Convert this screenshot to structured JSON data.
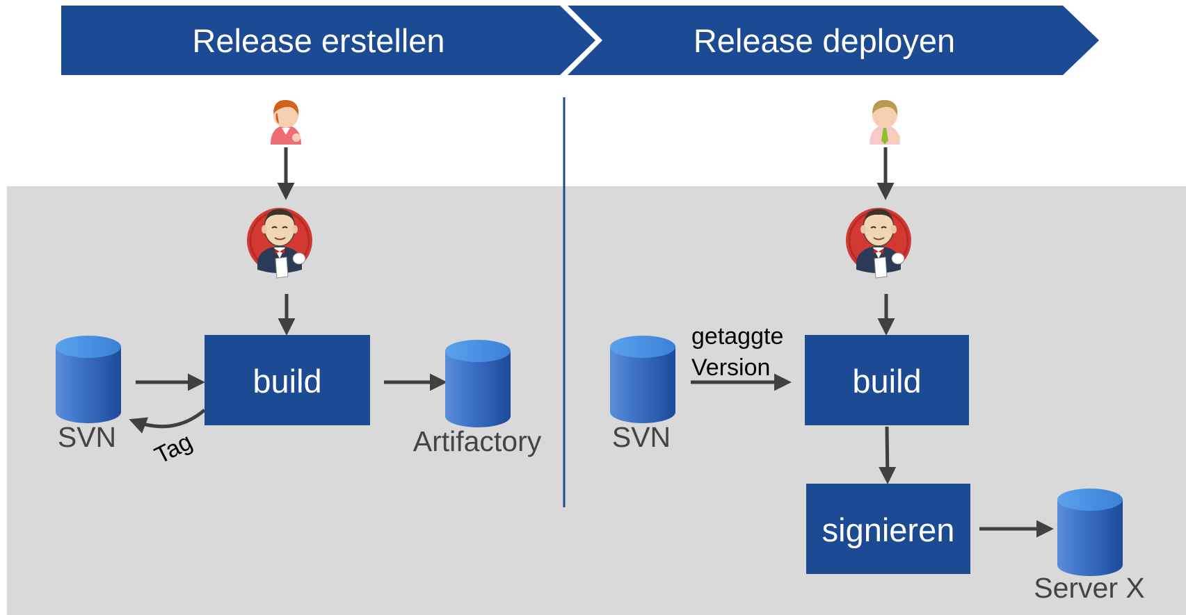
{
  "phases": [
    {
      "label": "Release erstellen"
    },
    {
      "label": "Release deployen"
    }
  ],
  "left": {
    "build_label": "build",
    "svn_label": "SVN",
    "artifactory_label": "Artifactory",
    "tag_label": "Tag"
  },
  "right": {
    "svn_label": "SVN",
    "edge_label_line1": "getaggte",
    "edge_label_line2": "Version",
    "build_label": "build",
    "sign_label": "signieren",
    "server_label": "Server X"
  },
  "colors": {
    "header_blue": "#1c4b93",
    "box_blue": "#1c4b93",
    "panel_gray": "#d9d9d9",
    "cylinder_top": "#4a8fdc",
    "cylinder_body": "#2f62b8",
    "arrow": "#404040",
    "divider": "#1c4b93"
  },
  "icons": {
    "user_left": "person-icon",
    "user_right": "person-with-tie-icon",
    "jenkins": "jenkins-butler-icon",
    "database": "database-cylinder-icon"
  }
}
